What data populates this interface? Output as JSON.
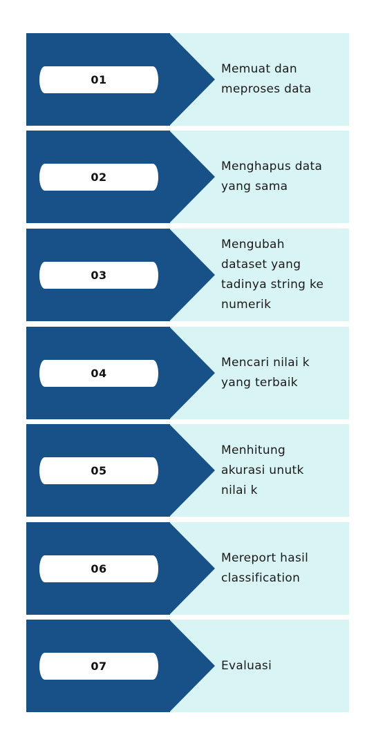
{
  "colors": {
    "dark_blue": "#175187",
    "light_cyan": "#d9f4f4",
    "pill": "#ffffff"
  },
  "steps": [
    {
      "number": "01",
      "label": "Memuat dan\nmeproses data"
    },
    {
      "number": "02",
      "label": "Menghapus data\nyang sama"
    },
    {
      "number": "03",
      "label": "Mengubah\ndataset yang\ntadinya string ke\nnumerik"
    },
    {
      "number": "04",
      "label": "Mencari nilai k\nyang terbaik"
    },
    {
      "number": "05",
      "label": "Menhitung\nakurasi unutk\nnilai k"
    },
    {
      "number": "06",
      "label": "Mereport hasil\nclassification"
    },
    {
      "number": "07",
      "label": "Evaluasi"
    }
  ]
}
